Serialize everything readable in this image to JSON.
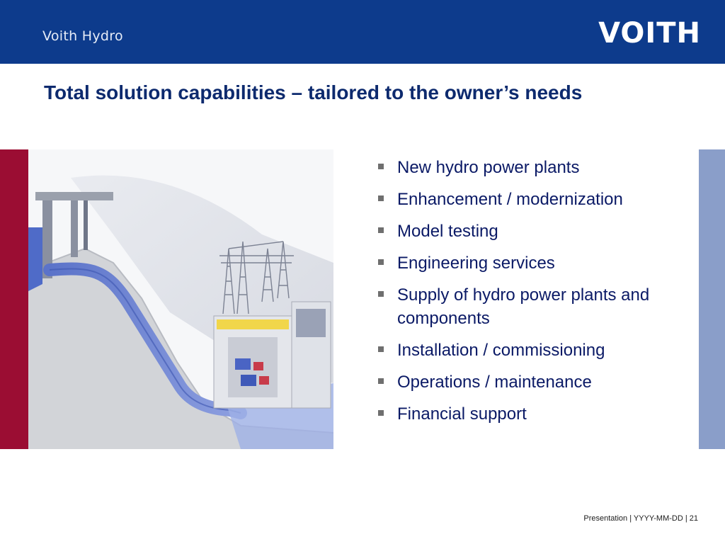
{
  "header": {
    "brand": "Voith Hydro",
    "logo_text": "VOITH"
  },
  "title": "Total solution capabilities – tailored to the owner’s needs",
  "bullets": [
    "New hydro power plants",
    "Enhancement / modernization",
    "Model testing",
    "Engineering services",
    "Supply of hydro power plants and components",
    "Installation / commissioning",
    "Operations / maintenance",
    "Financial support"
  ],
  "footer": "Presentation | YYYY-MM-DD | 21",
  "colors": {
    "header_blue": "#0d3b8c",
    "band_red": "#9b0d33",
    "band_blue": "#8a9ec9",
    "title_navy": "#0d2a6e"
  },
  "illustration": {
    "subject": "hydro power plant cutaway with penstock, powerhouse and transmission towers"
  }
}
